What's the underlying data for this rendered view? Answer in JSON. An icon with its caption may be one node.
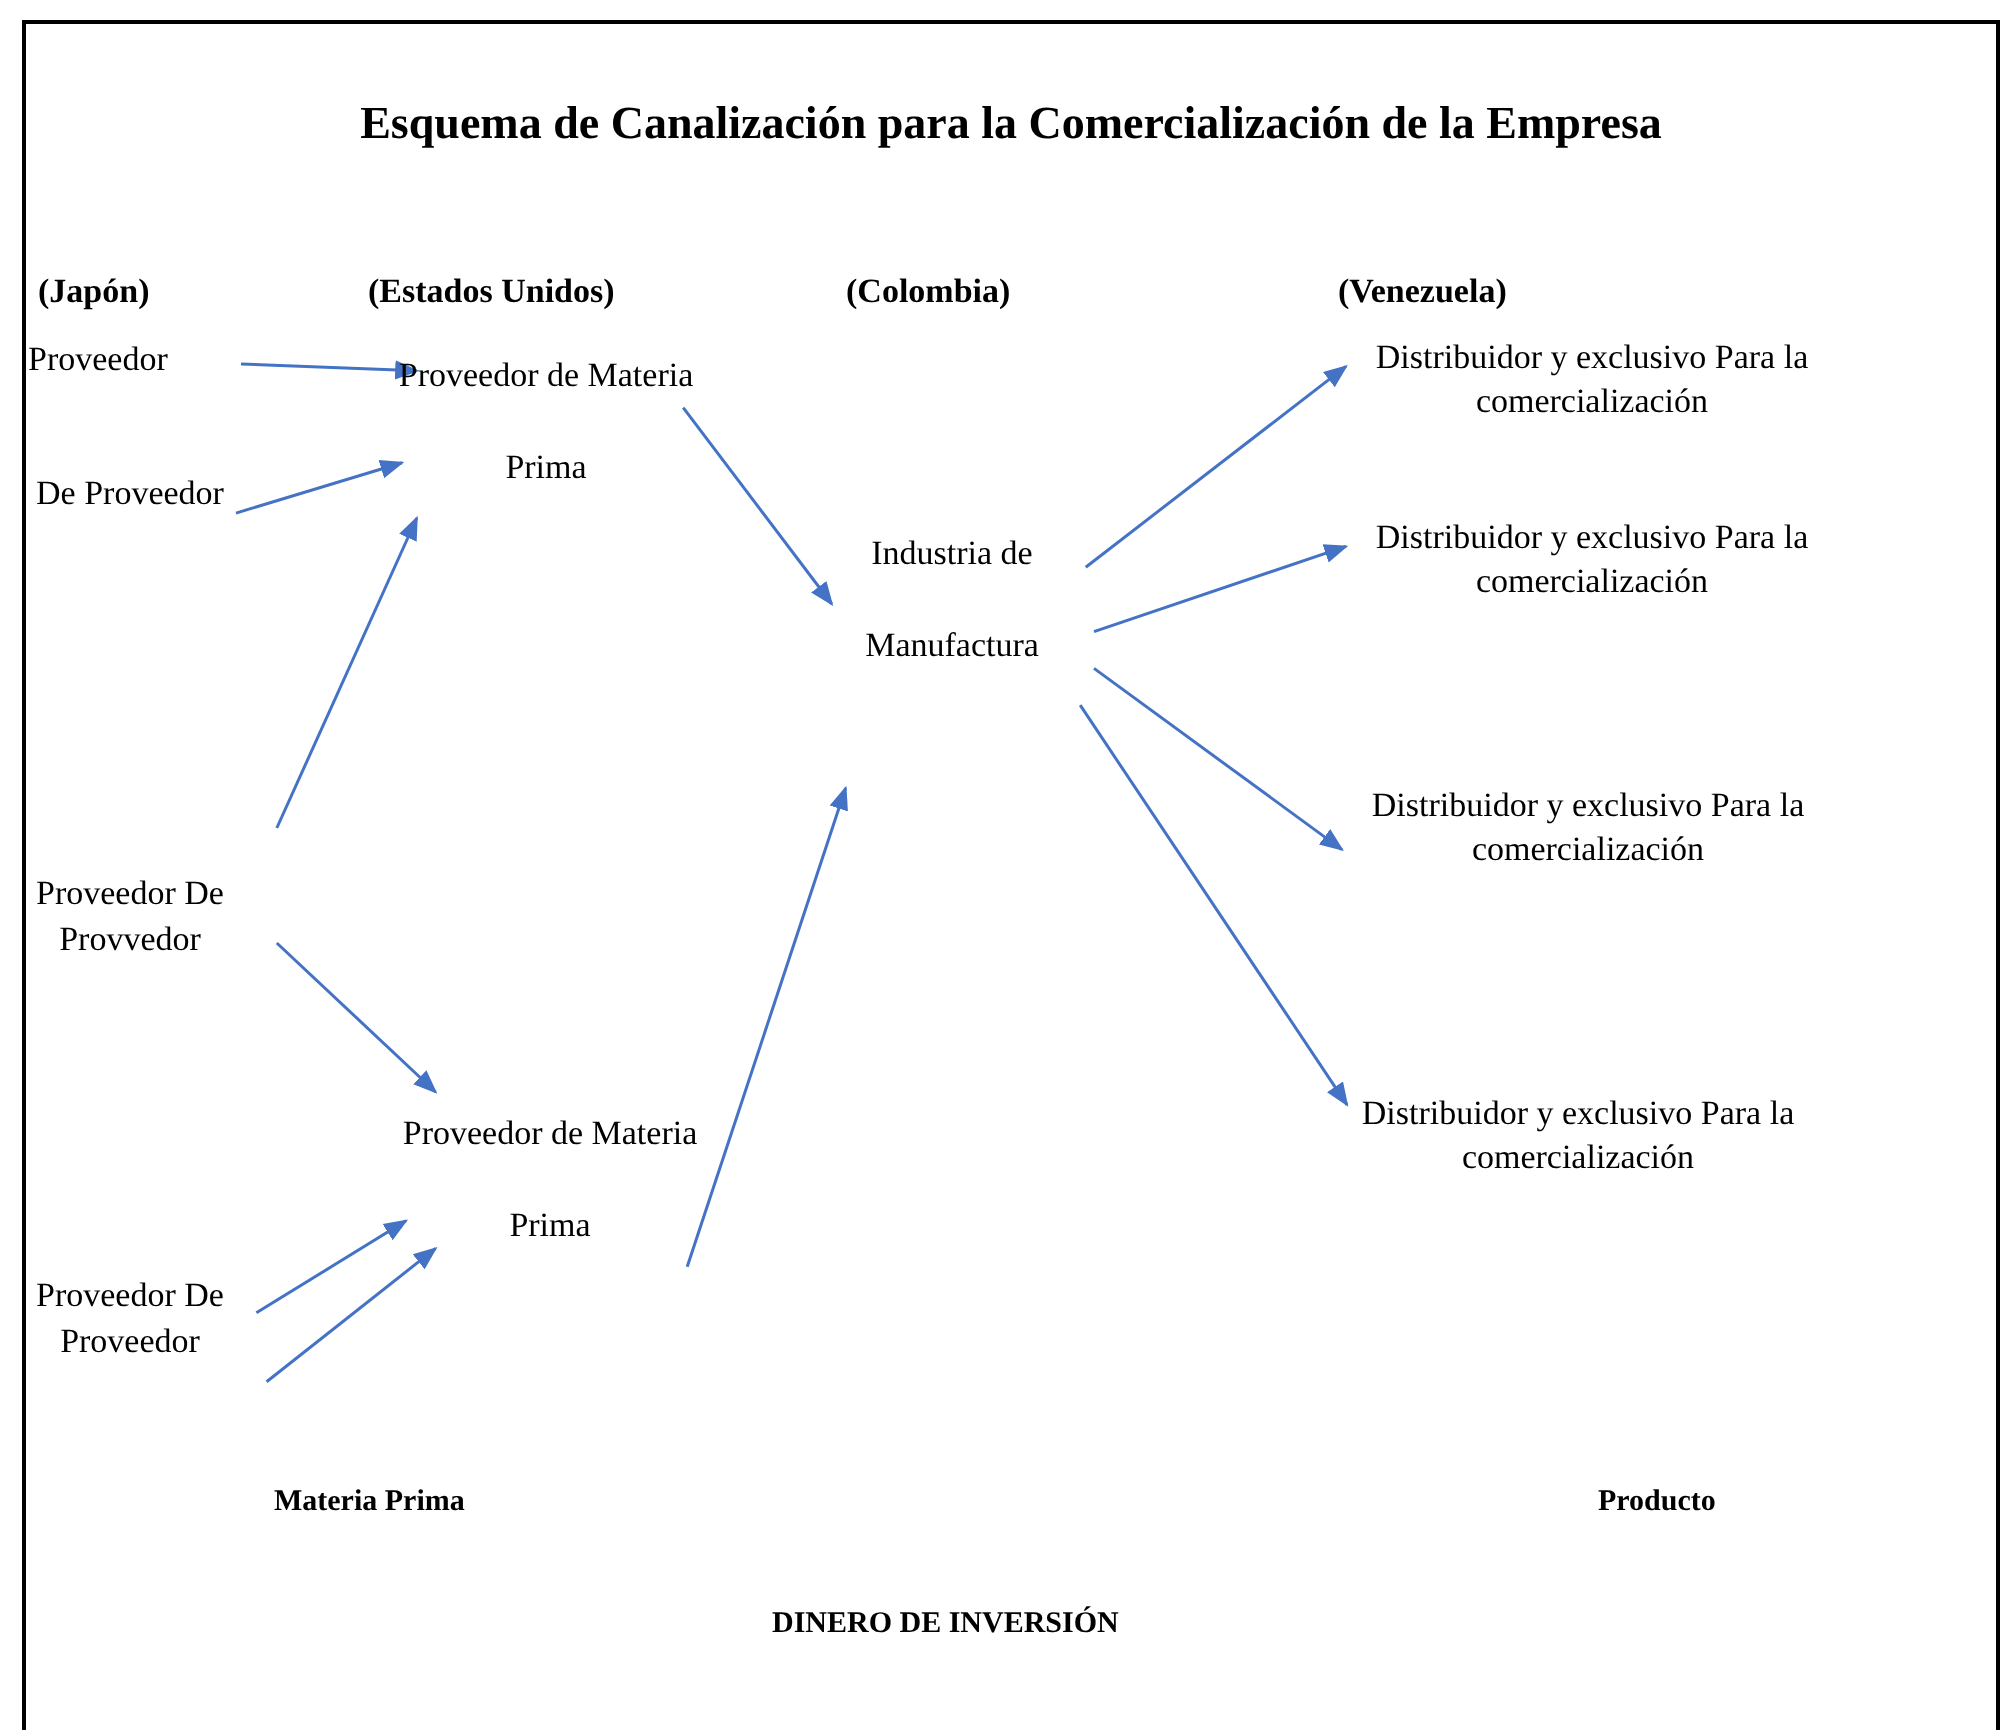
{
  "diagram": {
    "title": "Esquema de Canalización para la Comercialización de la Empresa",
    "nodes": [
      {
        "text": [
          "Proveedor"
        ]
      },
      {
        "text": [
          "De Proveedor"
        ]
      },
      {
        "text": [
          "Proveedor de Materia Prima"
        ]
      },
      {
        "text": [
          "Proveedor De Provvedor"
        ]
      },
      {
        "text": [
          "Proveedor de Materia Prima"
        ]
      },
      {
        "text": [
          "Proveedor De Proveedor"
        ]
      },
      {
        "text": [
          "Industria de Manufactura"
        ]
      },
      {
        "text": [
          "Distribuidor y exclusivo Para la comercialización"
        ]
      },
      {
        "text": [
          "Distribuidor y exclusivo Para la comercialización"
        ]
      },
      {
        "text": [
          "Distribuidor y exclusivo Para la comercialización"
        ]
      },
      {
        "text": [
          "Distribuidor y exclusivo Para la comercialización"
        ]
      }
    ],
    "edges": [
      {
        "from": 0,
        "to": 2,
        "arrow": "to"
      },
      {
        "from": 1,
        "to": 2,
        "arrow": "to"
      },
      {
        "from": 3,
        "to": 2,
        "arrow": "to"
      },
      {
        "from": 3,
        "to": 4,
        "arrow": "to"
      },
      {
        "from": 5,
        "to": 4,
        "arrow": "to"
      },
      {
        "from": 5,
        "to": 4,
        "arrow": "to"
      },
      {
        "from": 2,
        "to": 6,
        "arrow": "to"
      },
      {
        "from": 4,
        "to": 6,
        "arrow": "to"
      },
      {
        "from": 6,
        "to": 7,
        "arrow": "to"
      },
      {
        "from": 6,
        "to": 8,
        "arrow": "to"
      },
      {
        "from": 6,
        "to": 9,
        "arrow": "to"
      },
      {
        "from": 6,
        "to": 10,
        "arrow": "to"
      }
    ],
    "labels": [
      "(Japón)",
      "(Estados Unidos)",
      "(Colombia)",
      "(Venezuela)",
      "Materia Prima",
      "Producto",
      "DINERO DE INVERSIÓN"
    ]
  }
}
